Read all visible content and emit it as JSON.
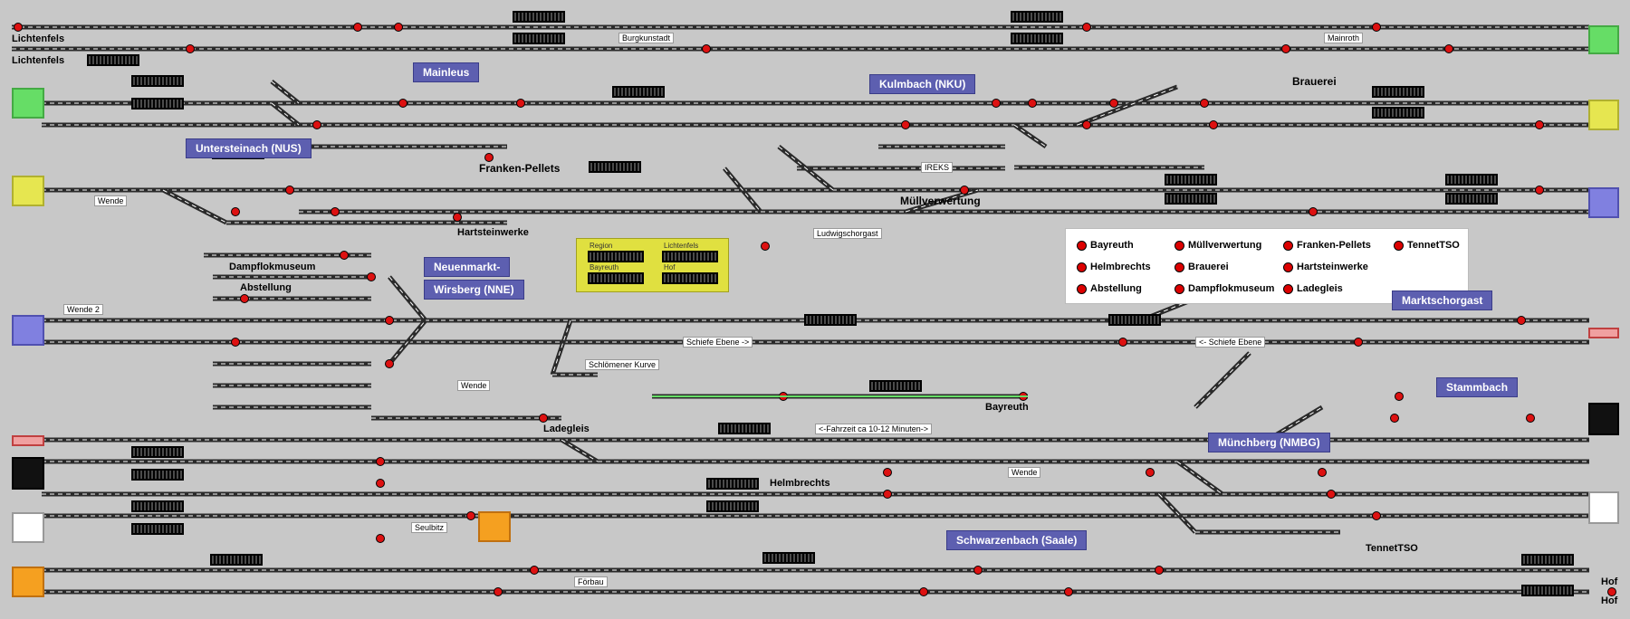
{
  "stations": {
    "lichtenfels_top": "Lichtenfels",
    "lichtenfels_2": "Lichtenfels",
    "burgkunstadt": "Burgkunstadt",
    "mainroth": "Mainroth",
    "brauerei": "Brauerei",
    "wende": "Wende",
    "wende2": "Wende 2",
    "wende3": "Wende",
    "wende4": "Wende",
    "franken_pellets": "Franken-Pellets",
    "hartsteinwerke": "Hartsteinwerke",
    "ireks": "IREKS",
    "muellverwertung": "Müllverwertung",
    "ludwigschorgast": "Ludwigschorgast",
    "dampflokmuseum": "Dampflokmuseum",
    "abstellung": "Abstellung",
    "schiefe_ebene_right": "Schiefe Ebene ->",
    "schiefe_ebene_left": "<- Schiefe Ebene",
    "schlomener_kurve": "Schlömener Kurve",
    "bayreuth": "Bayreuth",
    "ladegleis": "Ladegleis",
    "fahrzeit": "<-Fahrzeit ca 10-12 Minuten->",
    "helmbrechts": "Helmbrechts",
    "seulbitz": "Seulbitz",
    "foerbau": "Förbau",
    "tennettso": "TennetTSO",
    "hof_1": "Hof",
    "hof_2": "Hof"
  },
  "region_tags": {
    "mainleus": "Mainleus",
    "kulmbach": "Kulmbach (NKU)",
    "untersteinach": "Untersteinach (NUS)",
    "neuenmarkt": "Neuenmarkt-",
    "wirsberg": "Wirsberg (NNE)",
    "marktschorgast": "Marktschorgast",
    "stammbach": "Stammbach",
    "muenchberg": "Münchberg (NMBG)",
    "schwarzenbach": "Schwarzenbach (Saale)"
  },
  "info_panel": {
    "region": "Region",
    "lichtenfels": "Lichtenfels",
    "bayreuth": "Bayreuth",
    "hof": "Hof"
  },
  "legend": [
    {
      "label": "Bayreuth"
    },
    {
      "label": "Müllverwertung"
    },
    {
      "label": "Franken-Pellets"
    },
    {
      "label": "TennetTSO"
    },
    {
      "label": "Helmbrechts"
    },
    {
      "label": "Brauerei"
    },
    {
      "label": "Hartsteinwerke"
    },
    {
      "label": "Abstellung"
    },
    {
      "label": "Dampflokmuseum"
    },
    {
      "label": "Ladegleis"
    }
  ],
  "colors": {
    "background": "#c8c8c8",
    "track": "#2a2a2a",
    "signal_red": "#dd1111",
    "signal_green": "#22aa22",
    "tag": "#5d5fb0",
    "panel_yellow": "#e0e040",
    "green_block": "#66dd66",
    "yellow_block": "#e6e650",
    "blue_block": "#8080e0",
    "orange_block": "#f5a020"
  }
}
